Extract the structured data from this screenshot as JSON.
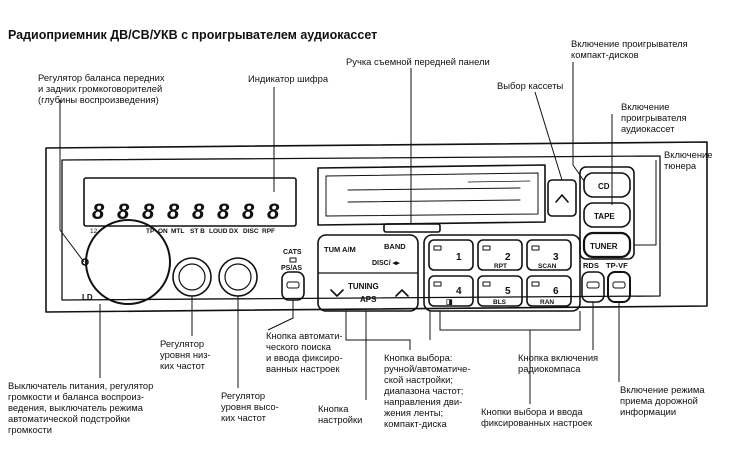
{
  "title": "Радиоприемник ДВ/СВ/УКВ с проигрывателем аудиокассет",
  "labels": {
    "balance": "Регулятор баланса передних\nи задних громкоговорителей\n(глубины воспроизведения)",
    "code_indicator": "Индикатор шифра",
    "panel_handle": "Ручка съемной передней панели",
    "cassette_select": "Выбор кассеты",
    "cd_on": "Включение проигрывателя\nкомпакт-дисков",
    "cassette_on": "Включение\nпроигрывателя\nаудиокассет",
    "tuner_on": "Включение\nтюнера",
    "bass": "Регулятор\nуровня низ-\nких частот",
    "treble": "Регулятор\nуровня высо-\nких частот",
    "power": "Выключатель питания, регулятор\nгромкости и баланса воспроиз-\nведения, выключатель режима\nавтоматической подстройки\nгромкости",
    "auto_search": "Кнопка автомати-\nческого поиска\nи ввода фиксиро-\nванных настроек",
    "tuning_button": "Кнопка\nнастройки",
    "mode_button": "Кнопка выбора:\nручной/автоматиче-\nской настройки;\nдиапазона частот;\nнаправления дви-\nжения ленты;\nкомпакт-диска",
    "radio_compass": "Кнопка включения\nрадиокомпаса",
    "preset_buttons": "Кнопки выбора и ввода\nфиксированных настроек",
    "traffic": "Включение режима\nприема дорожной\nинформации"
  },
  "device": {
    "display_top": [
      "TP",
      "ON",
      "MTL",
      "ST B",
      "LOUD",
      "DX",
      "DISC",
      "RPF"
    ],
    "display_num": "12",
    "cats": "CATS",
    "ps_as": "PS/AS",
    "tum_am": "TUM A/M",
    "band": "BAND",
    "disc": "DISC/ ◂▸",
    "tuning": "TUNING",
    "aps": "APS",
    "ld": "LD",
    "rds": "RDS",
    "tp_vf": "TP-VF",
    "cd": "CD",
    "tape": "TAPE",
    "tuner": "TUNER",
    "presets": [
      {
        "num": "1",
        "sub": ""
      },
      {
        "num": "2",
        "sub": "RPT"
      },
      {
        "num": "3",
        "sub": "SCAN"
      },
      {
        "num": "4",
        "sub": "◨"
      },
      {
        "num": "5",
        "sub": "BLS"
      },
      {
        "num": "6",
        "sub": "RAN"
      }
    ]
  }
}
